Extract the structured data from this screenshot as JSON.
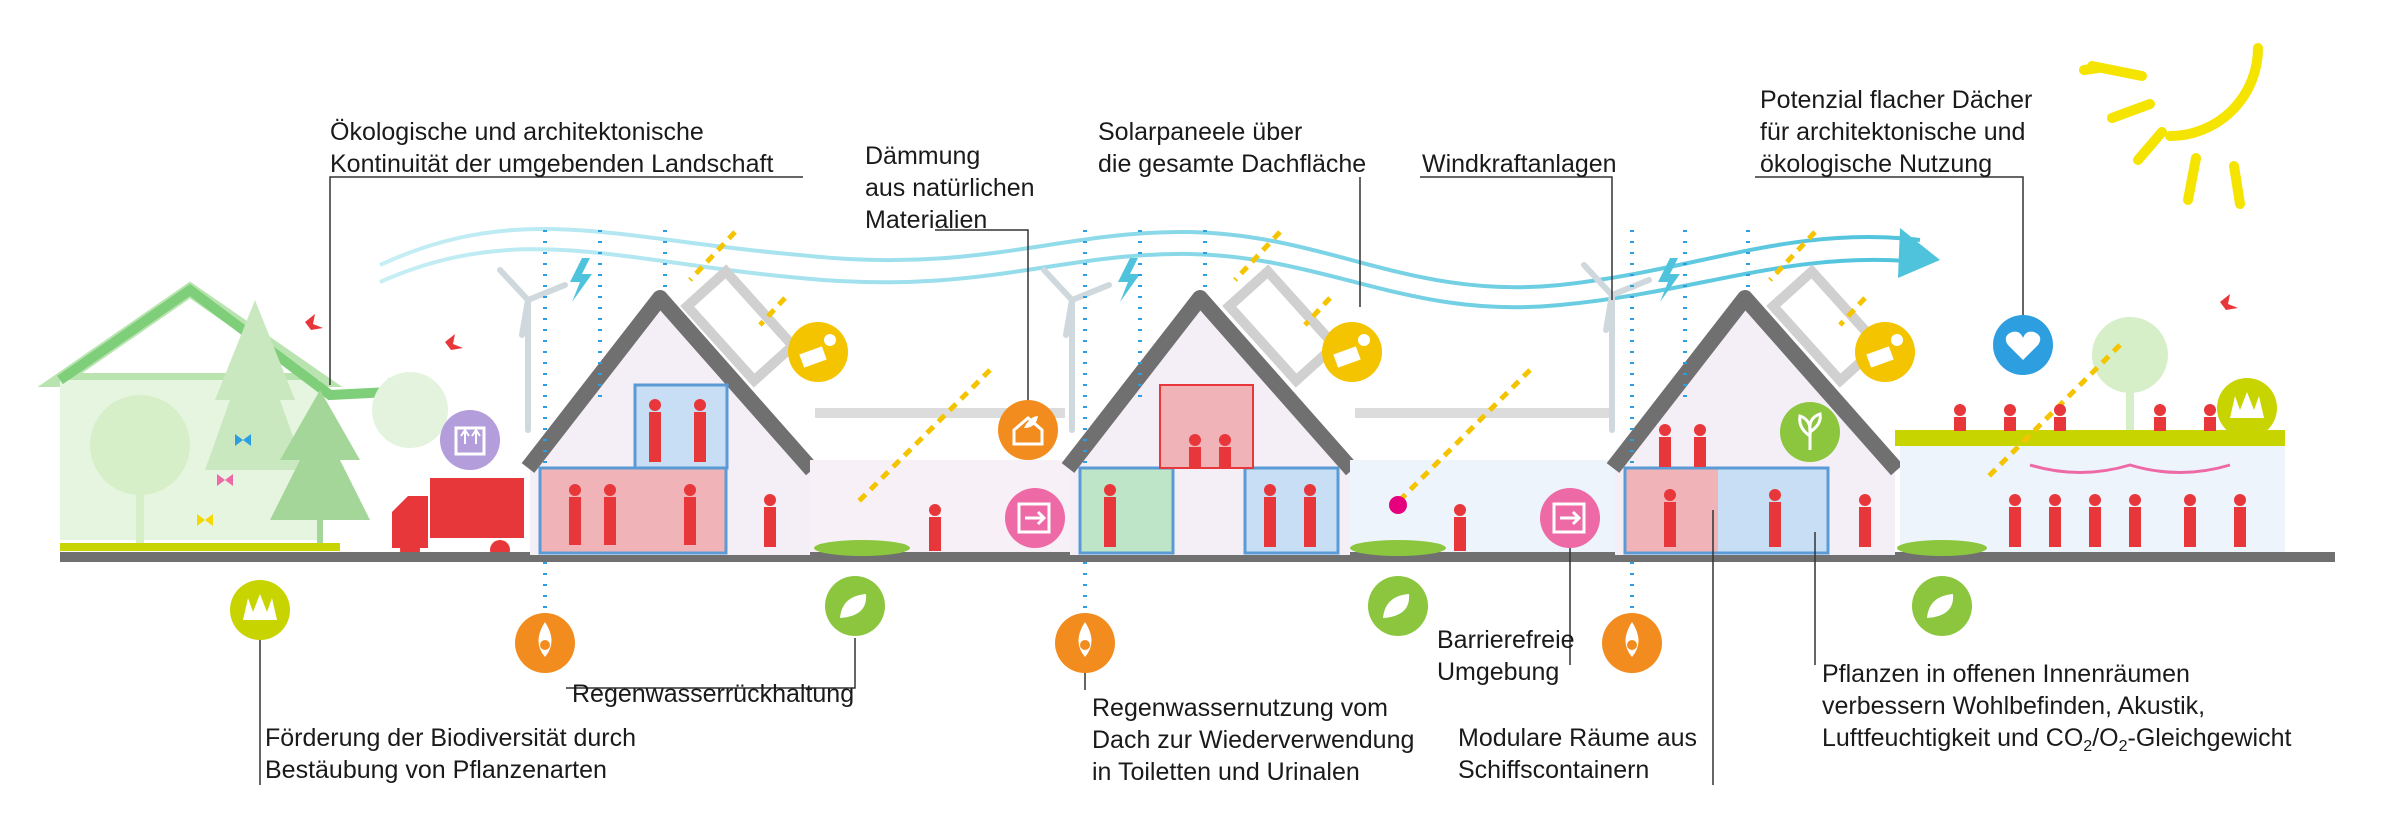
{
  "labels": {
    "continuity": [
      "Ökologische und architektonische",
      "Kontinuität der umgebenden Landschaft"
    ],
    "insulation": [
      "Dämmung",
      "aus natürlichen",
      "Materialien"
    ],
    "solar": [
      "Solarpaneele über",
      "die gesamte Dachfläche"
    ],
    "wind": [
      "Windkraftanlagen"
    ],
    "flat_roofs": [
      "Potenzial flacher Dächer",
      "für architektonische und",
      "ökologische Nutzung"
    ],
    "biodiversity": [
      "Förderung der Biodiversität durch",
      "Bestäubung von Pflanzenarten"
    ],
    "rainwater_retention": [
      "Regenwasserrückhaltung"
    ],
    "rainwater_use": [
      "Regenwassernutzung vom",
      "Dach zur Wiederverwendung",
      "in Toiletten und Urinalen"
    ],
    "barrier_free": [
      "Barrierefreie",
      "Umgebung"
    ],
    "modular": [
      "Modulare Räume aus",
      "Schiffscontainern"
    ],
    "plants": {
      "line1": "Pflanzen in offenen Innenräumen",
      "line2": "verbessern Wohlbefinden, Akustik,",
      "line3_pre": "Luftfeuchtigkeit und CO",
      "sub1": "2",
      "mid": "/O",
      "sub2": "2",
      "line3_post": "-Gleichgewicht"
    }
  },
  "icons": [
    "grass-icon",
    "rain-recycle-icon",
    "leaf-recycle-icon",
    "solar-panel-icon",
    "house-leaf-icon",
    "container-icon",
    "heart-icon",
    "plant-hand-icon",
    "box-up-icon",
    "wind-turbine-icon",
    "lightning-icon",
    "sun-icon",
    "truck-icon",
    "flower-icon"
  ],
  "colors": {
    "orange": "#f28c1e",
    "green": "#8cc63f",
    "lime": "#c8d400",
    "pink": "#ee6aa7",
    "blue": "#2d9ee0",
    "purple": "#b39ddb",
    "red": "#e8373a",
    "yellow": "#f5d800",
    "gray": "#707070",
    "cyan": "#4fc3dc"
  }
}
